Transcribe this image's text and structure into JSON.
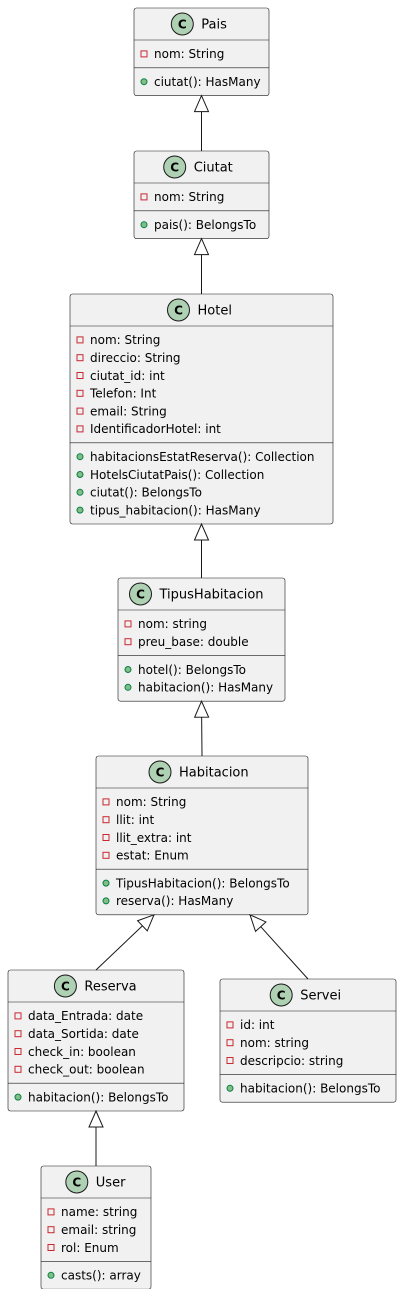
{
  "diagram": {
    "type": "uml-class-diagram",
    "classes": [
      {
        "id": "pais",
        "name": "Pais",
        "stereotype_icon": "C",
        "attributes": [
          {
            "visibility": "private",
            "text": "nom: String"
          }
        ],
        "methods": [
          {
            "visibility": "public",
            "text": "ciutat(): HasMany"
          }
        ]
      },
      {
        "id": "ciutat",
        "name": "Ciutat",
        "stereotype_icon": "C",
        "attributes": [
          {
            "visibility": "private",
            "text": "nom: String"
          }
        ],
        "methods": [
          {
            "visibility": "public",
            "text": "pais(): BelongsTo"
          }
        ]
      },
      {
        "id": "hotel",
        "name": "Hotel",
        "stereotype_icon": "C",
        "attributes": [
          {
            "visibility": "private",
            "text": "nom: String"
          },
          {
            "visibility": "private",
            "text": "direccio: String"
          },
          {
            "visibility": "private",
            "text": "ciutat_id: int"
          },
          {
            "visibility": "private",
            "text": "Telefon: Int"
          },
          {
            "visibility": "private",
            "text": "email: String"
          },
          {
            "visibility": "private",
            "text": "IdentificadorHotel: int"
          }
        ],
        "methods": [
          {
            "visibility": "public",
            "text": "habitacionsEstatReserva(): Collection"
          },
          {
            "visibility": "public",
            "text": "HotelsCiutatPais(): Collection"
          },
          {
            "visibility": "public",
            "text": "ciutat(): BelongsTo"
          },
          {
            "visibility": "public",
            "text": "tipus_habitacion(): HasMany"
          }
        ]
      },
      {
        "id": "tipushabitacion",
        "name": "TipusHabitacion",
        "stereotype_icon": "C",
        "attributes": [
          {
            "visibility": "private",
            "text": "nom: string"
          },
          {
            "visibility": "private",
            "text": "preu_base: double"
          }
        ],
        "methods": [
          {
            "visibility": "public",
            "text": "hotel(): BelongsTo"
          },
          {
            "visibility": "public",
            "text": "habitacion(): HasMany"
          }
        ]
      },
      {
        "id": "habitacion",
        "name": "Habitacion",
        "stereotype_icon": "C",
        "attributes": [
          {
            "visibility": "private",
            "text": "nom: String"
          },
          {
            "visibility": "private",
            "text": "llit: int"
          },
          {
            "visibility": "private",
            "text": "llit_extra: int"
          },
          {
            "visibility": "private",
            "text": "estat: Enum"
          }
        ],
        "methods": [
          {
            "visibility": "public",
            "text": "TipusHabitacion(): BelongsTo"
          },
          {
            "visibility": "public",
            "text": "reserva(): HasMany"
          }
        ]
      },
      {
        "id": "reserva",
        "name": "Reserva",
        "stereotype_icon": "C",
        "attributes": [
          {
            "visibility": "private",
            "text": "data_Entrada: date"
          },
          {
            "visibility": "private",
            "text": "data_Sortida: date"
          },
          {
            "visibility": "private",
            "text": "check_in: boolean"
          },
          {
            "visibility": "private",
            "text": "check_out: boolean"
          }
        ],
        "methods": [
          {
            "visibility": "public",
            "text": "habitacion(): BelongsTo"
          }
        ]
      },
      {
        "id": "servei",
        "name": "Servei",
        "stereotype_icon": "C",
        "attributes": [
          {
            "visibility": "private",
            "text": "id: int"
          },
          {
            "visibility": "private",
            "text": "nom: string"
          },
          {
            "visibility": "private",
            "text": "descripcio: string"
          }
        ],
        "methods": [
          {
            "visibility": "public",
            "text": "habitacion(): BelongsTo"
          }
        ]
      },
      {
        "id": "user",
        "name": "User",
        "stereotype_icon": "C",
        "attributes": [
          {
            "visibility": "private",
            "text": "name: string"
          },
          {
            "visibility": "private",
            "text": "email: string"
          },
          {
            "visibility": "private",
            "text": "rol: Enum"
          }
        ],
        "methods": [
          {
            "visibility": "public",
            "text": "casts(): array"
          }
        ]
      }
    ],
    "relations": [
      {
        "kind": "generalization",
        "from": "ciutat",
        "to": "pais"
      },
      {
        "kind": "generalization",
        "from": "hotel",
        "to": "ciutat"
      },
      {
        "kind": "generalization",
        "from": "tipushabitacion",
        "to": "hotel"
      },
      {
        "kind": "generalization",
        "from": "habitacion",
        "to": "tipushabitacion"
      },
      {
        "kind": "generalization",
        "from": "reserva",
        "to": "habitacion"
      },
      {
        "kind": "generalization",
        "from": "servei",
        "to": "habitacion"
      },
      {
        "kind": "generalization",
        "from": "user",
        "to": "reserva"
      }
    ]
  }
}
